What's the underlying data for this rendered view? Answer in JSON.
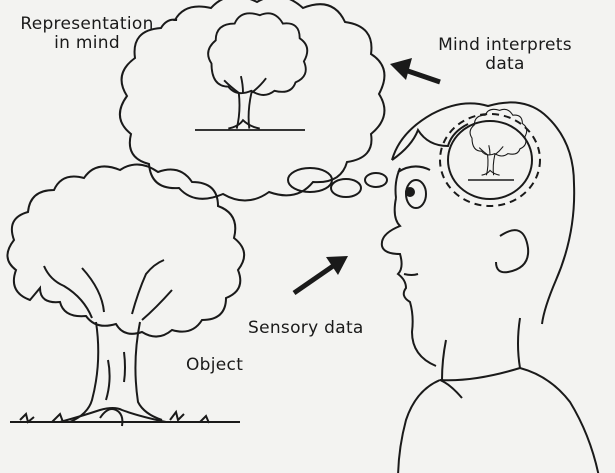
{
  "labels": {
    "representation_line1": "Representation",
    "representation_line2": "in mind",
    "interprets_line1": "Mind interprets",
    "interprets_line2": "data",
    "sensory": "Sensory data",
    "object": "Object"
  },
  "colors": {
    "ink": "#1a1a1a",
    "paper": "#f3f3f1"
  }
}
